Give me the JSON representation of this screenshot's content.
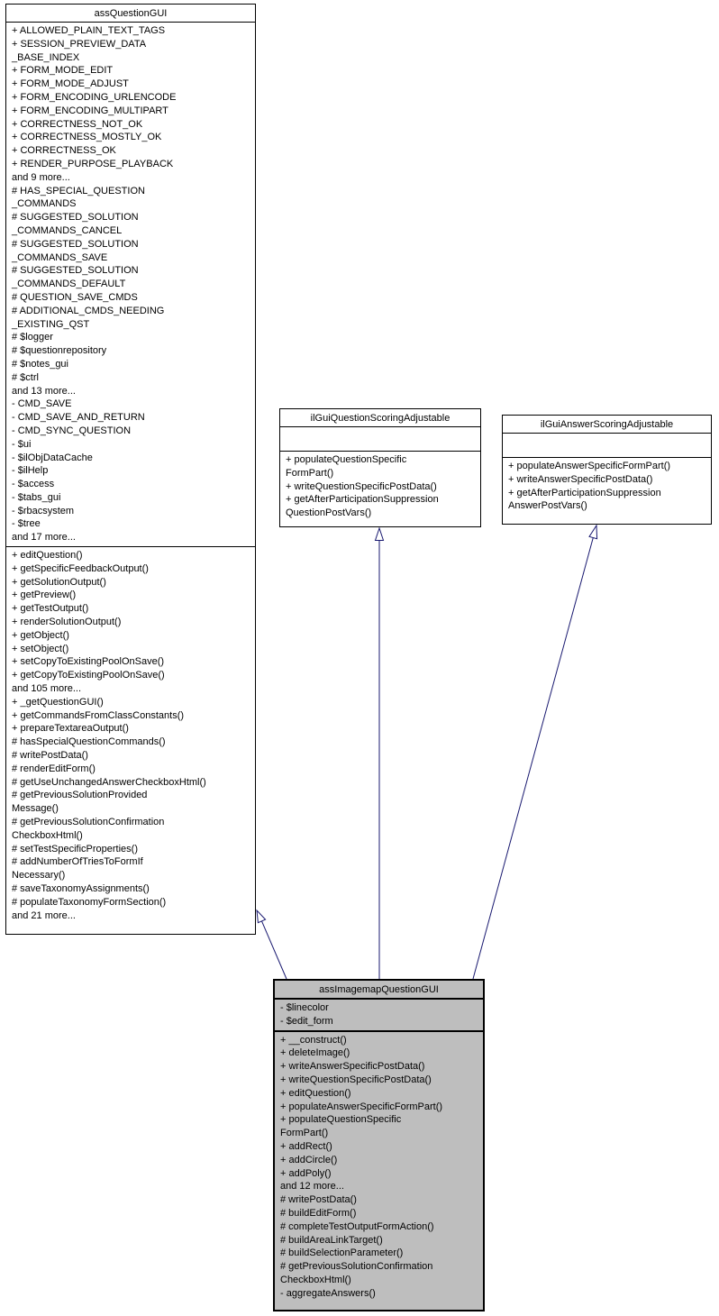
{
  "diagram": {
    "kind": "uml-class-inheritance",
    "colors": {
      "arrow": "#191970",
      "box_fill": "#ffffff",
      "highlight_fill": "#bebebe",
      "border": "#000000",
      "text": "#000000"
    },
    "classes": [
      {
        "name": "assQuestionGUI",
        "highlighted": false,
        "attribute_lines": [
          "+ ALLOWED_PLAIN_TEXT_TAGS",
          "+ SESSION_PREVIEW_DATA",
          "_BASE_INDEX",
          "+ FORM_MODE_EDIT",
          "+ FORM_MODE_ADJUST",
          "+ FORM_ENCODING_URLENCODE",
          "+ FORM_ENCODING_MULTIPART",
          "+ CORRECTNESS_NOT_OK",
          "+ CORRECTNESS_MOSTLY_OK",
          "+ CORRECTNESS_OK",
          "+ RENDER_PURPOSE_PLAYBACK",
          "and 9 more...",
          "# HAS_SPECIAL_QUESTION",
          "_COMMANDS",
          "# SUGGESTED_SOLUTION",
          "_COMMANDS_CANCEL",
          "# SUGGESTED_SOLUTION",
          "_COMMANDS_SAVE",
          "# SUGGESTED_SOLUTION",
          "_COMMANDS_DEFAULT",
          "# QUESTION_SAVE_CMDS",
          "# ADDITIONAL_CMDS_NEEDING",
          "_EXISTING_QST",
          "# $logger",
          "# $questionrepository",
          "# $notes_gui",
          "# $ctrl",
          "and 13 more...",
          "- CMD_SAVE",
          "- CMD_SAVE_AND_RETURN",
          "- CMD_SYNC_QUESTION",
          "- $ui",
          "- $ilObjDataCache",
          "- $ilHelp",
          "- $access",
          "- $tabs_gui",
          "- $rbacsystem",
          "- $tree",
          "and 17 more..."
        ],
        "method_lines": [
          "+ editQuestion()",
          "+ getSpecificFeedbackOutput()",
          "+ getSolutionOutput()",
          "+ getPreview()",
          "+ getTestOutput()",
          "+ renderSolutionOutput()",
          "+ getObject()",
          "+ setObject()",
          "+ setCopyToExistingPoolOnSave()",
          "+ getCopyToExistingPoolOnSave()",
          "and 105 more...",
          "+ _getQuestionGUI()",
          "+ getCommandsFromClassConstants()",
          "+ prepareTextareaOutput()",
          "# hasSpecialQuestionCommands()",
          "# writePostData()",
          "# renderEditForm()",
          "# getUseUnchangedAnswerCheckboxHtml()",
          "# getPreviousSolutionProvided",
          "Message()",
          "# getPreviousSolutionConfirmation",
          "CheckboxHtml()",
          "# setTestSpecificProperties()",
          "# addNumberOfTriesToFormIf",
          "Necessary()",
          "# saveTaxonomyAssignments()",
          "# populateTaxonomyFormSection()",
          "and 21 more..."
        ]
      },
      {
        "name": "ilGuiQuestionScoringAdjustable",
        "highlighted": false,
        "attribute_lines": [],
        "method_lines": [
          "+ populateQuestionSpecific",
          "FormPart()",
          "+ writeQuestionSpecificPostData()",
          "+ getAfterParticipationSuppression",
          "QuestionPostVars()"
        ]
      },
      {
        "name": "ilGuiAnswerScoringAdjustable",
        "highlighted": false,
        "attribute_lines": [],
        "method_lines": [
          "+ populateAnswerSpecificFormPart()",
          "+ writeAnswerSpecificPostData()",
          "+ getAfterParticipationSuppression",
          "AnswerPostVars()"
        ]
      },
      {
        "name": "assImagemapQuestionGUI",
        "highlighted": true,
        "attribute_lines": [
          "- $linecolor",
          "- $edit_form"
        ],
        "method_lines": [
          "+ __construct()",
          "+ deleteImage()",
          "+ writeAnswerSpecificPostData()",
          "+ writeQuestionSpecificPostData()",
          "+ editQuestion()",
          "+ populateAnswerSpecificFormPart()",
          "+ populateQuestionSpecific",
          "FormPart()",
          "+ addRect()",
          "+ addCircle()",
          "+ addPoly()",
          "and 12 more...",
          "# writePostData()",
          "# buildEditForm()",
          "# completeTestOutputFormAction()",
          "# buildAreaLinkTarget()",
          "# buildSelectionParameter()",
          "# getPreviousSolutionConfirmation",
          "CheckboxHtml()",
          "- aggregateAnswers()"
        ]
      }
    ],
    "relations": [
      {
        "type": "inheritance",
        "from": "assImagemapQuestionGUI",
        "to": "assQuestionGUI"
      },
      {
        "type": "inheritance",
        "from": "assImagemapQuestionGUI",
        "to": "ilGuiQuestionScoringAdjustable"
      },
      {
        "type": "inheritance",
        "from": "assImagemapQuestionGUI",
        "to": "ilGuiAnswerScoringAdjustable"
      }
    ]
  }
}
